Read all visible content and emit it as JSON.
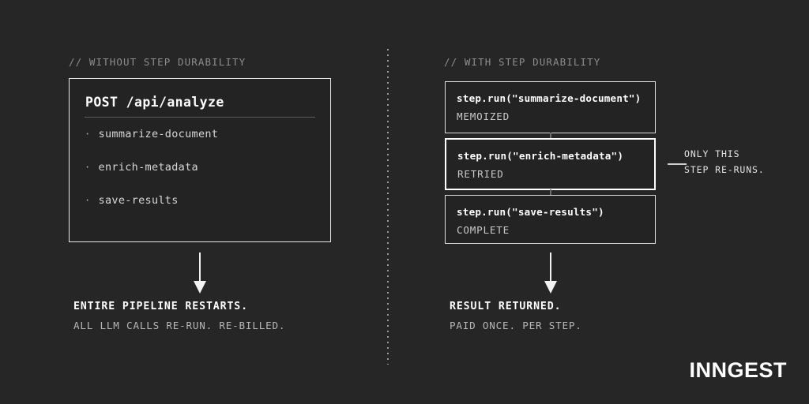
{
  "left": {
    "comment": "// WITHOUT STEP DURABILITY",
    "panel": {
      "title": "POST /api/analyze",
      "bullet_glyph": "·",
      "items": [
        {
          "label": "summarize-document"
        },
        {
          "label": "enrich-metadata"
        },
        {
          "label": "save-results"
        }
      ]
    },
    "caption_primary": "ENTIRE PIPELINE RESTARTS.",
    "caption_secondary": "ALL LLM CALLS RE-RUN. RE-BILLED."
  },
  "right": {
    "comment": "// WITH STEP DURABILITY",
    "steps": [
      {
        "code": "step.run(\"summarize-document\")",
        "status": "MEMOIZED",
        "highlighted": false
      },
      {
        "code": "step.run(\"enrich-metadata\")",
        "status": "RETRIED",
        "highlighted": true
      },
      {
        "code": "step.run(\"save-results\")",
        "status": "COMPLETE",
        "highlighted": false
      }
    ],
    "callout": {
      "line1": "ONLY THIS",
      "line2": "STEP RE-RUNS."
    },
    "caption_primary": "RESULT RETURNED.",
    "caption_secondary": "PAID ONCE. PER STEP."
  },
  "logo": "INNGEST",
  "colors": {
    "background": "#262626",
    "box_fill": "#232323",
    "border": "#dcdcdc",
    "border_highlight": "#ffffff",
    "text_primary": "#ffffff",
    "text_muted": "#8d8d8d",
    "divider": "#9a9a9a"
  }
}
